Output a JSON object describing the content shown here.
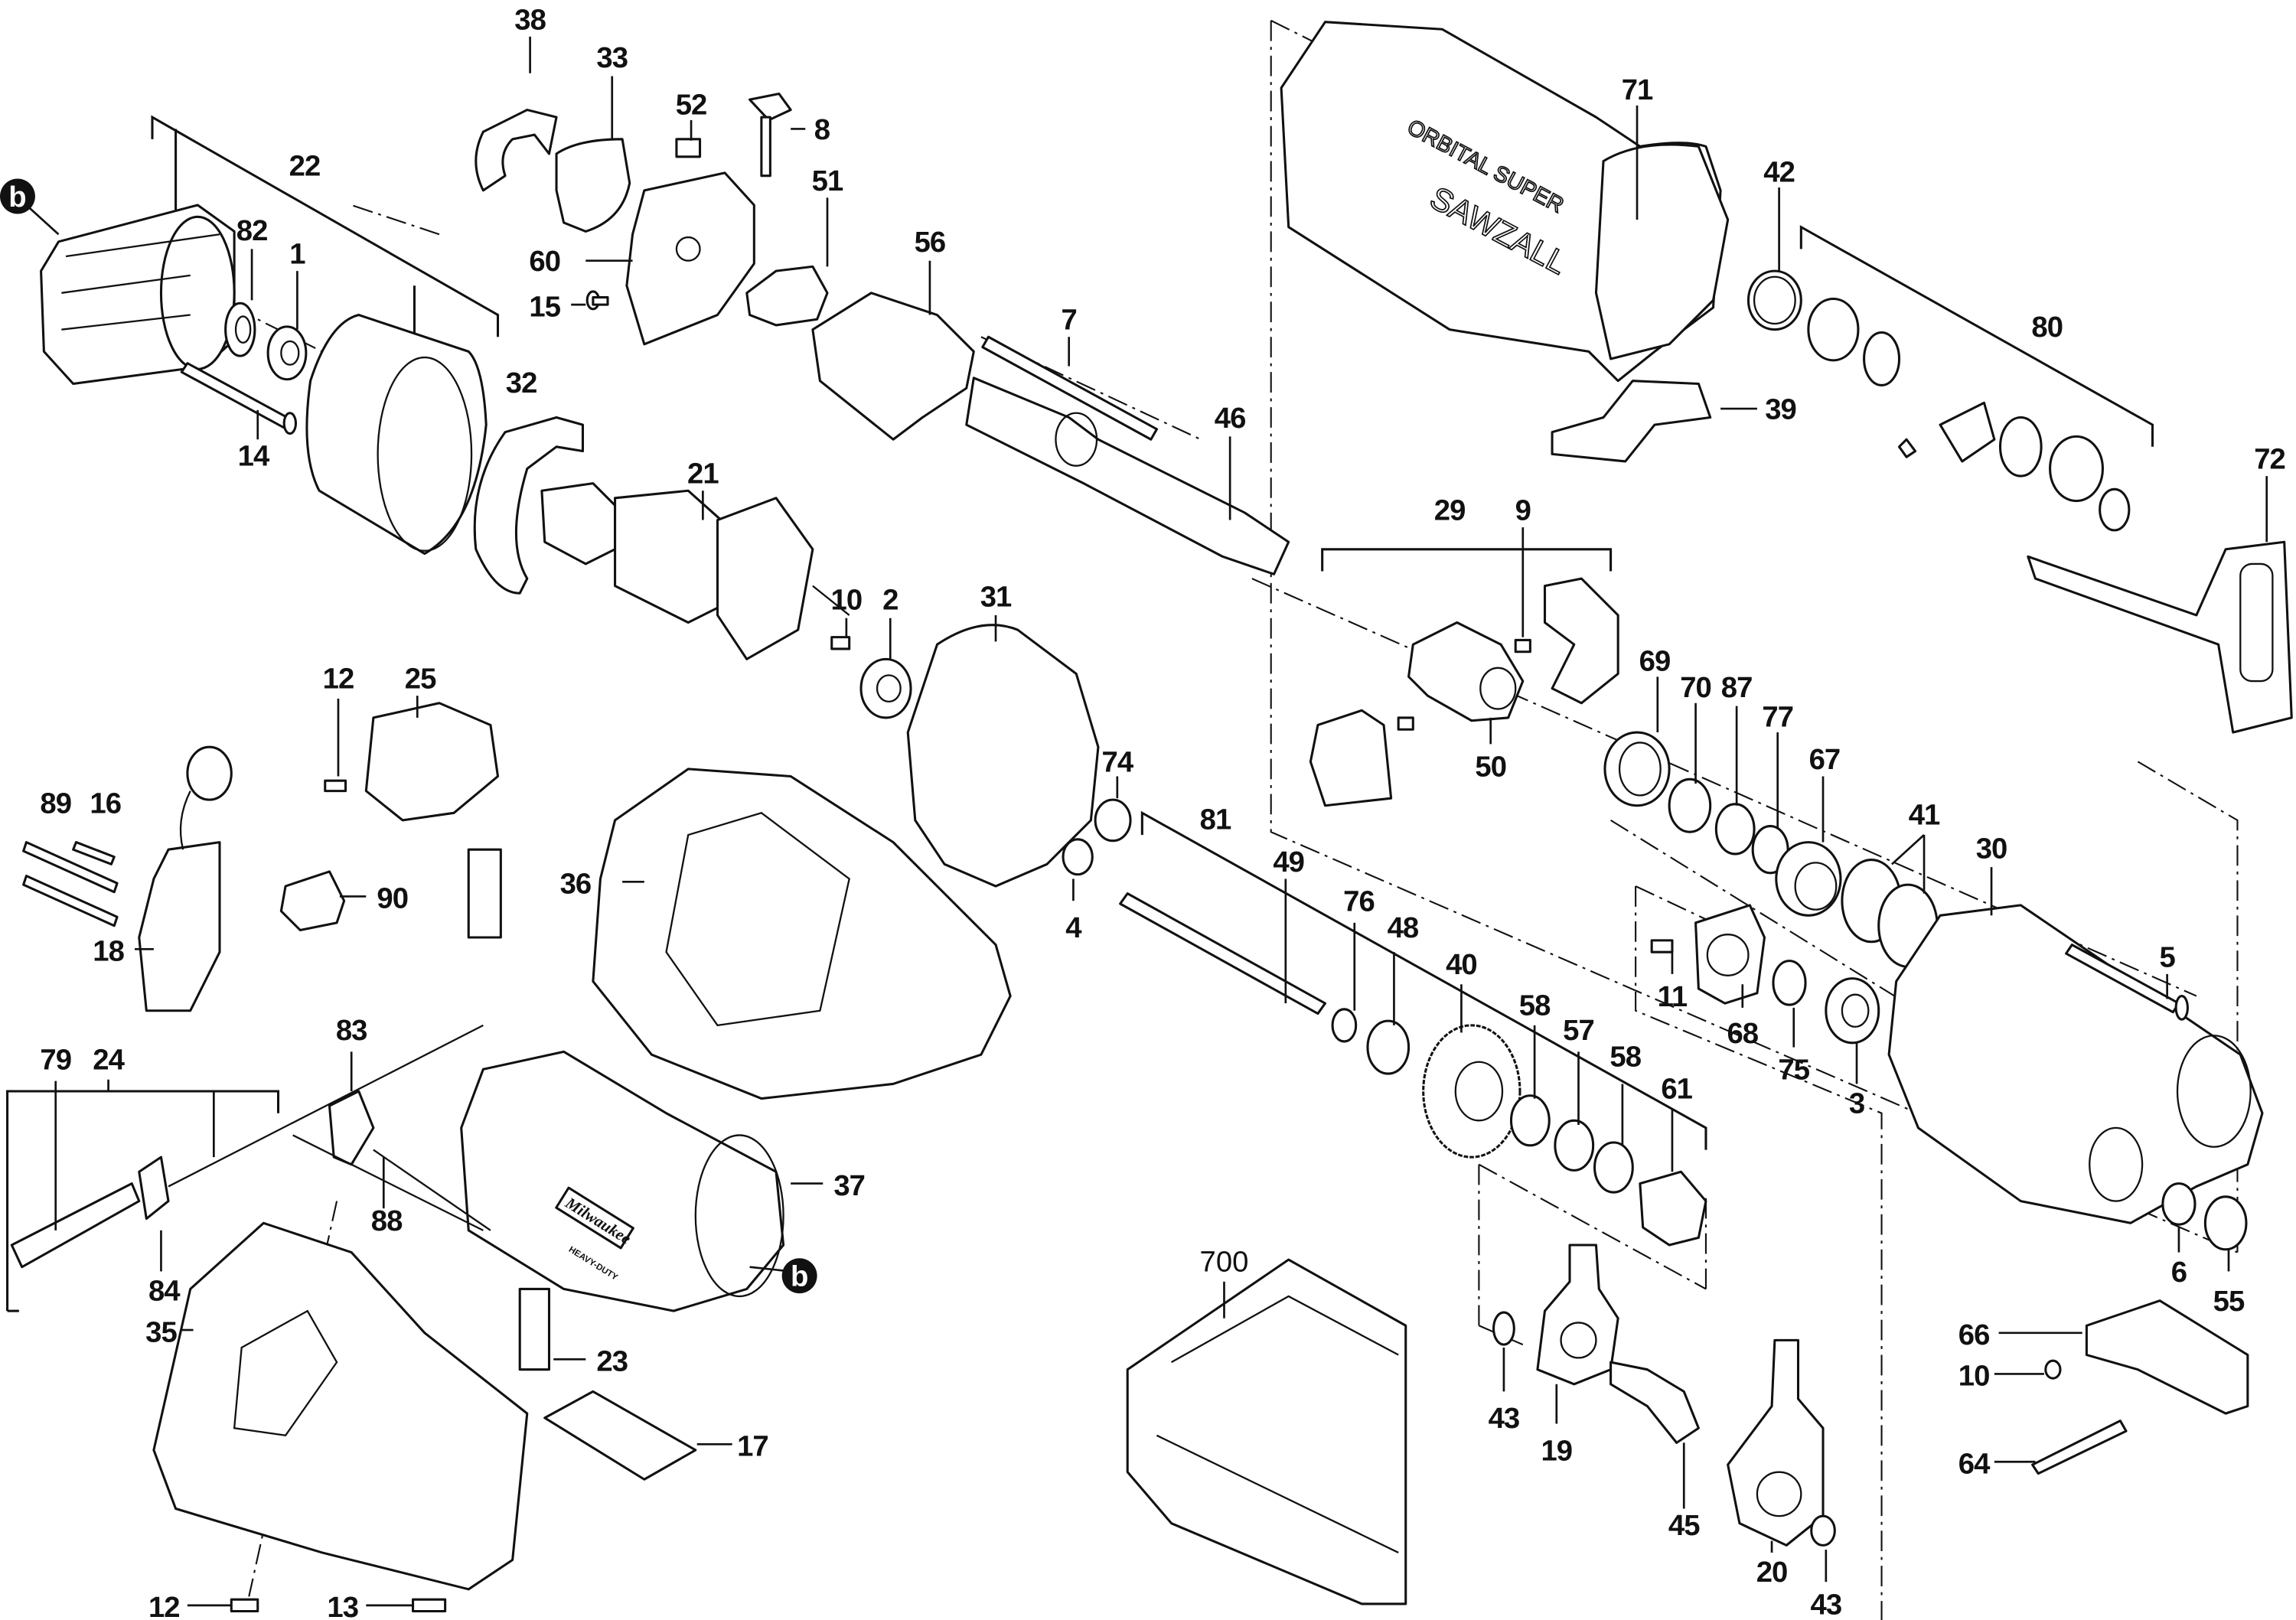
{
  "title_ref": "b",
  "labels": {
    "p38": "38",
    "p33": "33",
    "p52": "52",
    "p8": "8",
    "p22": "22",
    "p71": "71",
    "p82": "82",
    "p1": "1",
    "p60": "60",
    "p51": "51",
    "p56": "56",
    "p42": "42",
    "p15": "15",
    "p7": "7",
    "p80": "80",
    "p14": "14",
    "p32": "32",
    "p46": "46",
    "p39": "39",
    "p72": "72",
    "p21": "21",
    "p29": "29",
    "p9": "9",
    "p10a": "10",
    "p2": "2",
    "p31": "31",
    "p12a": "12",
    "p25": "25",
    "p69": "69",
    "p70": "70",
    "p87": "87",
    "p77": "77",
    "p67": "67",
    "p50": "50",
    "p74": "74",
    "p89": "89",
    "p16": "16",
    "p81": "81",
    "p41": "41",
    "p30": "30",
    "p36": "36",
    "p90": "90",
    "p49": "49",
    "p4": "4",
    "p76": "76",
    "p48": "48",
    "p18": "18",
    "p40": "40",
    "p5": "5",
    "p11": "11",
    "p68": "68",
    "p75": "75",
    "p3": "3",
    "p58a": "58",
    "p57": "57",
    "p58b": "58",
    "p61": "61",
    "p83": "83",
    "p79": "79",
    "p24": "24",
    "p37": "37",
    "p88": "88",
    "p84": "84",
    "p6": "6",
    "p55": "55",
    "p700": "700",
    "p35": "35",
    "p66": "66",
    "p23": "23",
    "p10b": "10",
    "p43a": "43",
    "p19": "19",
    "p17": "17",
    "p64": "64",
    "p45": "45",
    "p12b": "12",
    "p13": "13",
    "p20": "20",
    "p43b": "43",
    "ref_b1": "b",
    "ref_b2": "b"
  },
  "markings": {
    "housing_text_line1": "ORBITAL SUPER",
    "housing_text_line2": "SAWZALL",
    "brand": "Milwaukee",
    "brand_sub": "HEAVY-DUTY"
  },
  "colors": {
    "line": "#111111",
    "background": "#ffffff"
  }
}
